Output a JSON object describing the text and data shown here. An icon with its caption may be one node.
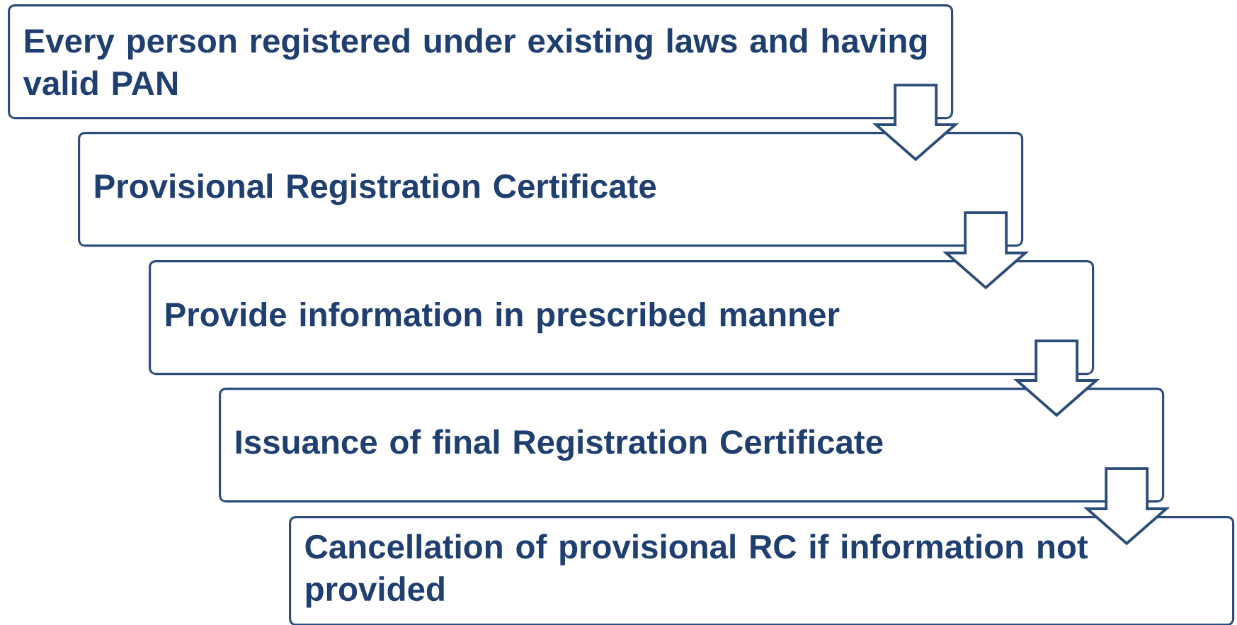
{
  "diagram": {
    "nodes": [
      {
        "text": [
          "Every person registered under existing laws and having valid PAN"
        ]
      },
      {
        "text": [
          "Provisional Registration Certificate"
        ]
      },
      {
        "text": [
          "Provide information in prescribed manner"
        ]
      },
      {
        "text": [
          "Issuance of final Registration Certificate"
        ]
      },
      {
        "text": [
          "Cancellation of provisional RC if information not provided"
        ]
      }
    ],
    "edges": [
      {
        "from": 0,
        "to": 1,
        "arrow": "to"
      },
      {
        "from": 1,
        "to": 2,
        "arrow": "to"
      },
      {
        "from": 2,
        "to": 3,
        "arrow": "to"
      },
      {
        "from": 3,
        "to": 4,
        "arrow": "to"
      }
    ]
  }
}
